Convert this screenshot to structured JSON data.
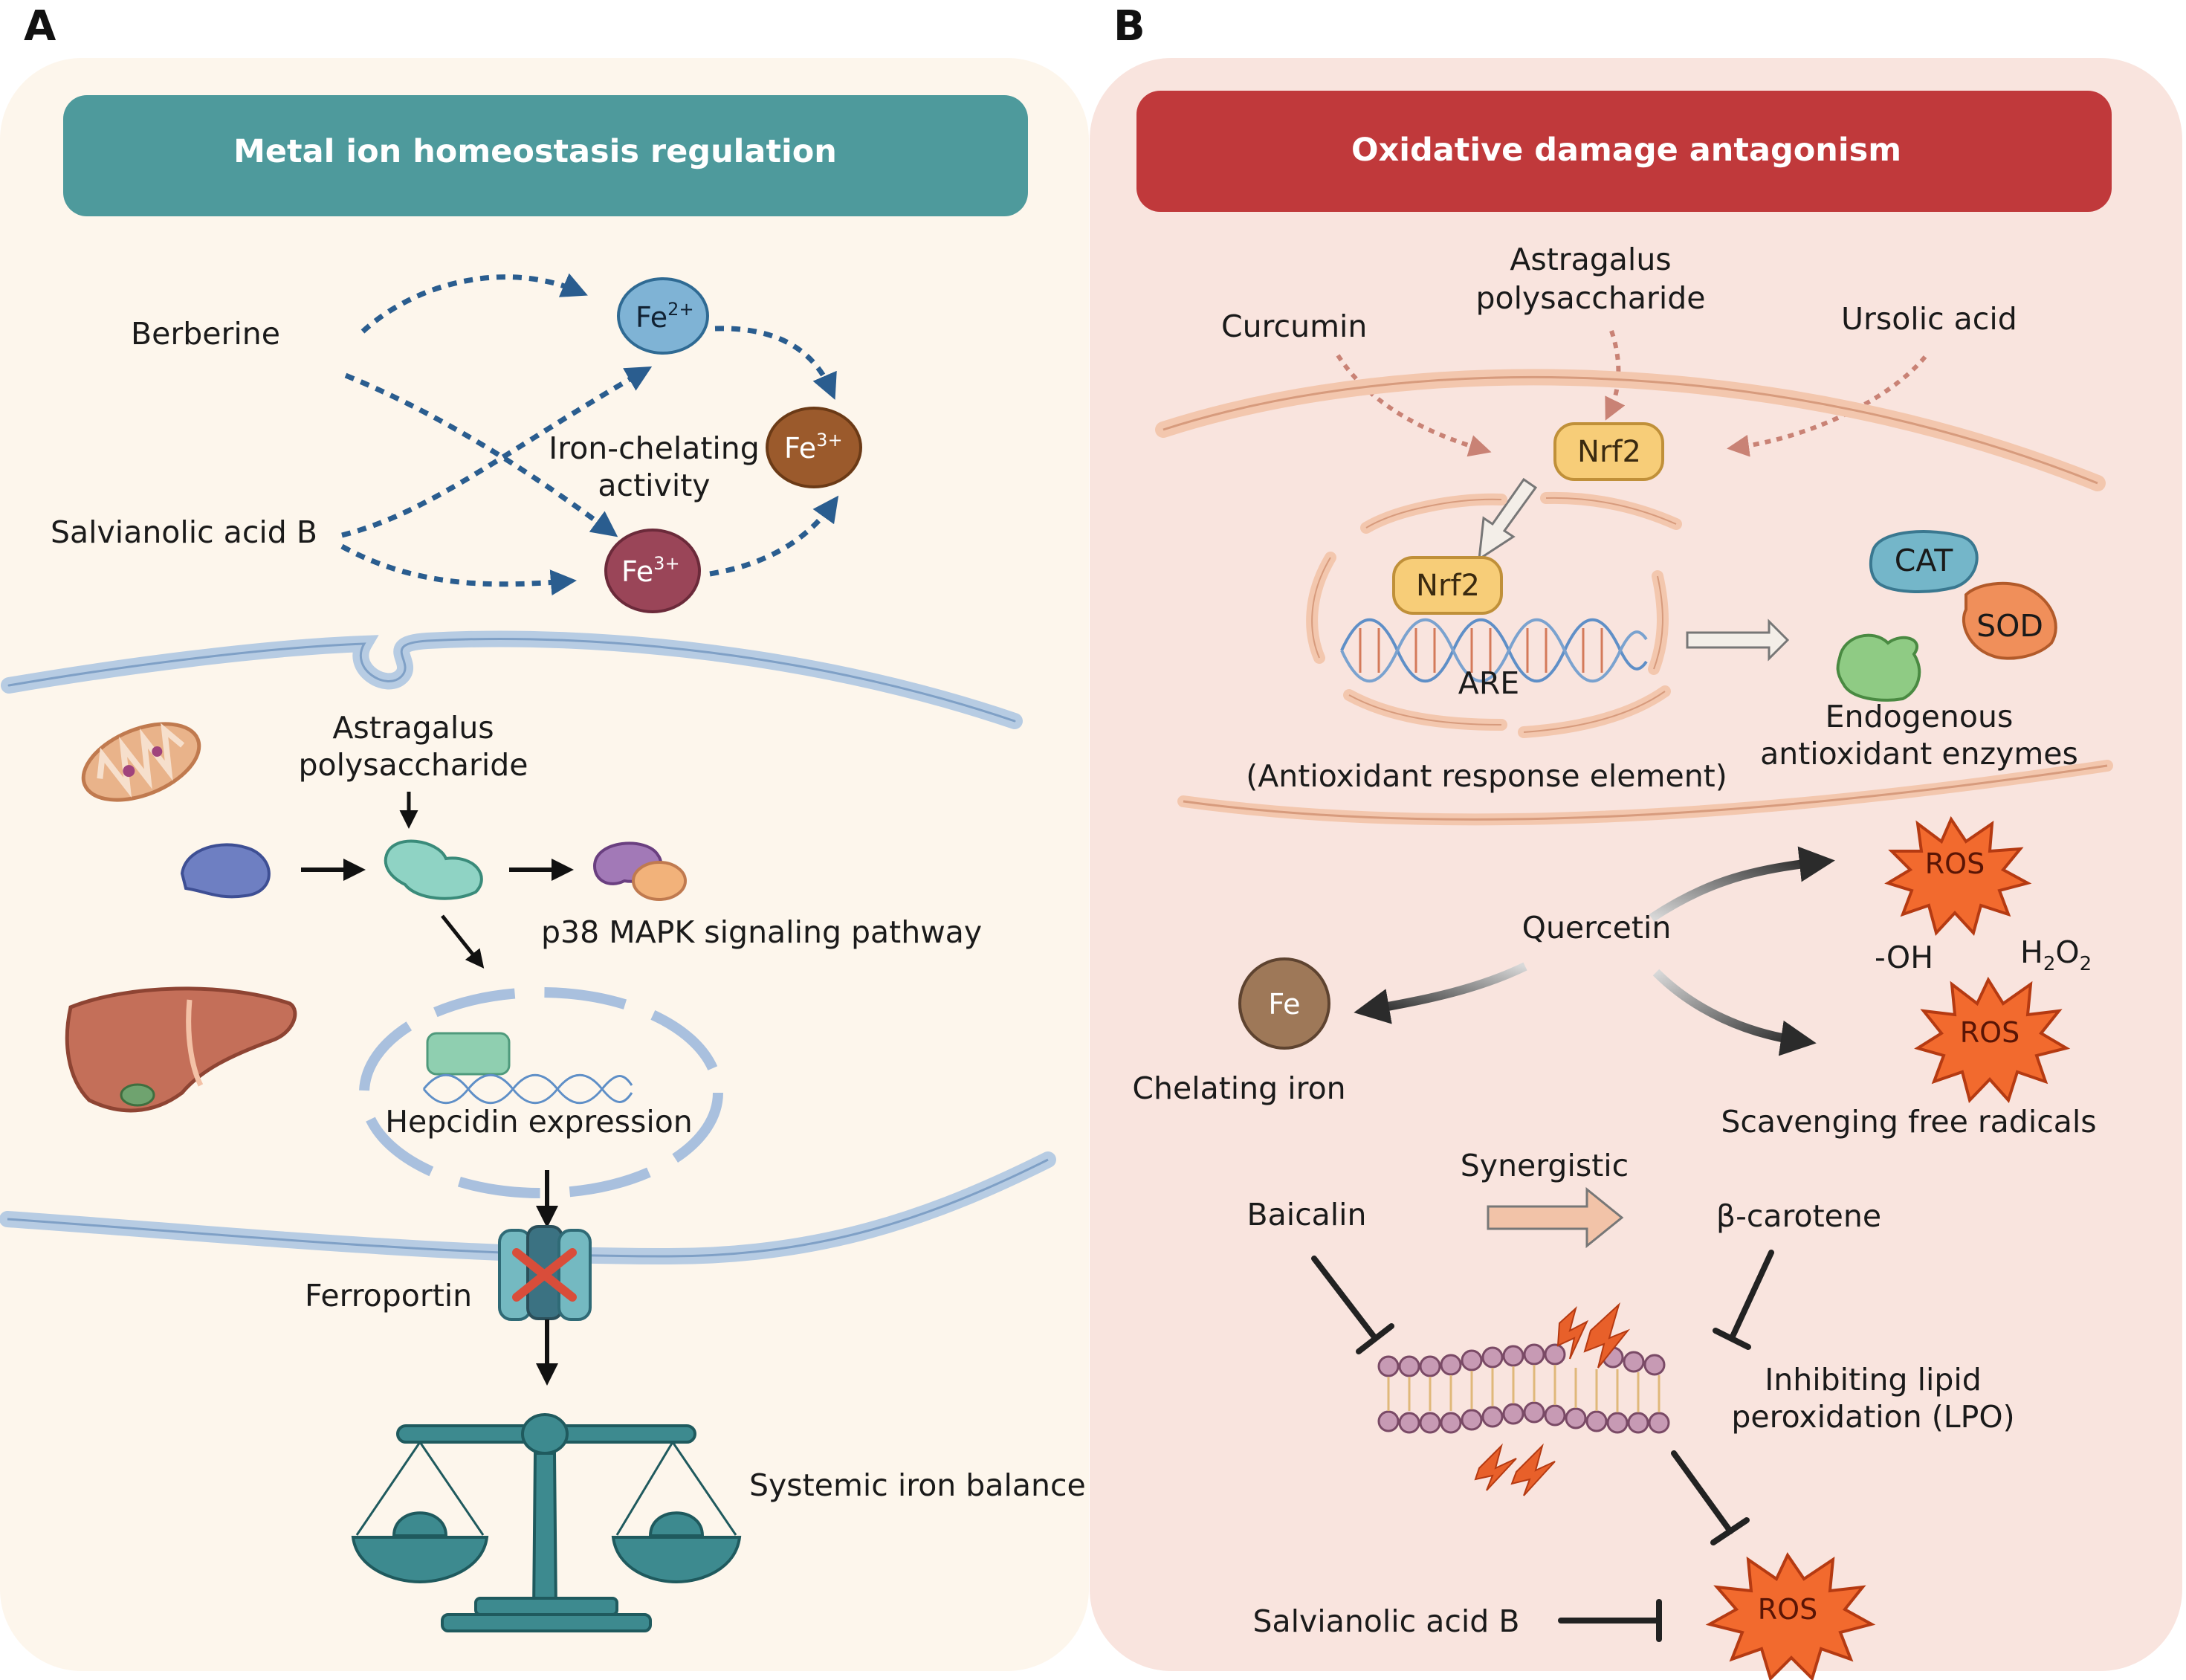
{
  "panel_a": {
    "letter": "A",
    "title": "Metal ion homeostasis regulation",
    "berberine": "Berberine",
    "salvianolic": "Salvianolic acid B",
    "iron_chelating_1": "Iron-chelating",
    "iron_chelating_2": "activity",
    "fe2": "Fe",
    "fe2_sup": "2+",
    "fe3_top": "Fe",
    "fe3_top_sup": "3+",
    "fe3_bottom": "Fe",
    "fe3_bottom_sup": "3+",
    "astragalus_1": "Astragalus",
    "astragalus_2": "polysaccharide",
    "p38": "p38 MAPK signaling pathway",
    "hepcidin": "Hepcidin expression",
    "ferroportin": "Ferroportin",
    "balance": "Systemic iron balance"
  },
  "panel_b": {
    "letter": "B",
    "title": "Oxidative damage antagonism",
    "astragalus_1": "Astragalus",
    "astragalus_2": "polysaccharide",
    "curcumin": "Curcumin",
    "ursolic": "Ursolic acid",
    "nrf2_outer": "Nrf2",
    "nrf2_inner": "Nrf2",
    "are": "ARE",
    "are_full": "(Antioxidant response element)",
    "cat": "CAT",
    "sod": "SOD",
    "enzymes_1": "Endogenous",
    "enzymes_2": "antioxidant enzymes",
    "quercetin": "Quercetin",
    "ros_top": "ROS",
    "oh": "-OH",
    "h2o2_h": "H",
    "h2o2_2a": "2",
    "h2o2_o": "O",
    "h2o2_2b": "2",
    "ros_mid": "ROS",
    "fe": "Fe",
    "chelating": "Chelating iron",
    "scavenging": "Scavenging free radicals",
    "synergistic": "Synergistic",
    "baicalin": "Baicalin",
    "carotene": "β-carotene",
    "lpo_1": "Inhibiting lipid",
    "lpo_2": "peroxidation (LPO)",
    "salvianolic": "Salvianolic acid B",
    "ros_bottom": "ROS"
  },
  "colors": {
    "teal_banner": "#4e9a9c",
    "red_banner": "#c0393b",
    "panel_a_bg": "#fdf6ec",
    "panel_b_bg": "#f9e4de",
    "arrow_blue": "#1f4e79",
    "arrow_pink": "#c98275",
    "ros_orange": "#f26a2e",
    "membrane_blue": "#b7cce3"
  }
}
